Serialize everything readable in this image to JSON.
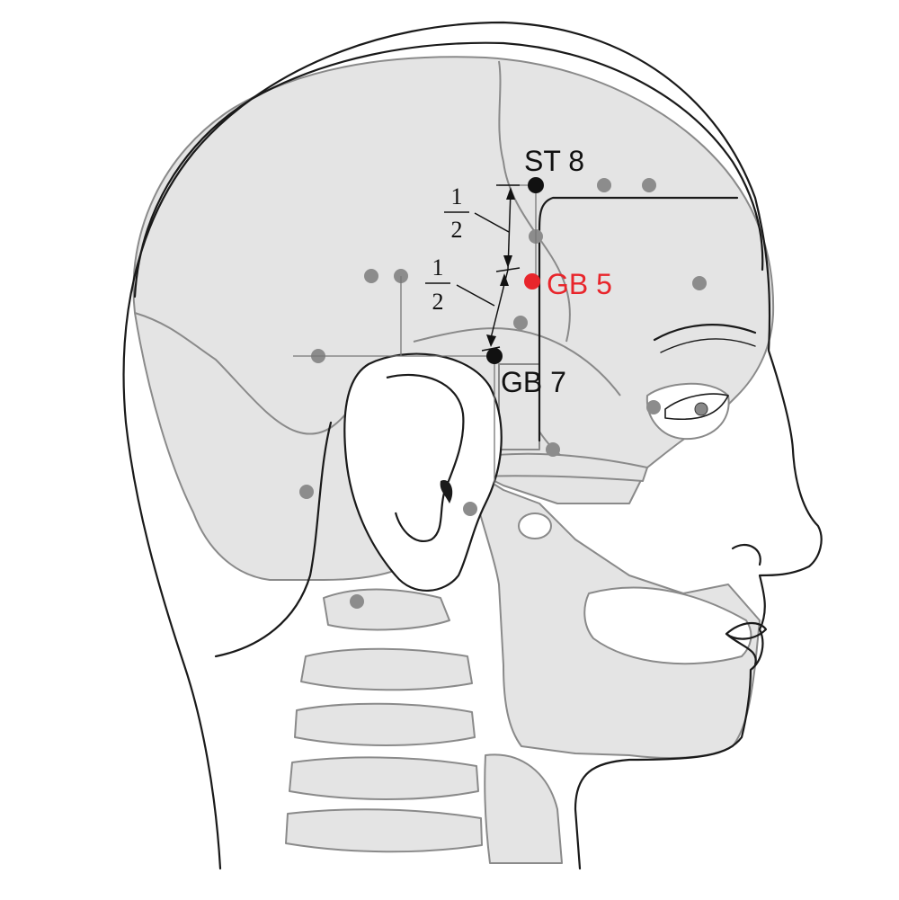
{
  "labels": {
    "st8": "ST 8",
    "gb5": "GB 5",
    "gb7": "GB 7"
  },
  "fractions": [
    {
      "numerator": "1",
      "denominator": "2"
    },
    {
      "numerator": "1",
      "denominator": "2"
    }
  ],
  "colors": {
    "highlight": "#e8252b",
    "point": "#111111",
    "minor_point": "#8c8c8c",
    "bone_fill": "#e4e4e4",
    "bone_line": "#8a8a8a",
    "outline": "#1a1a1a"
  }
}
